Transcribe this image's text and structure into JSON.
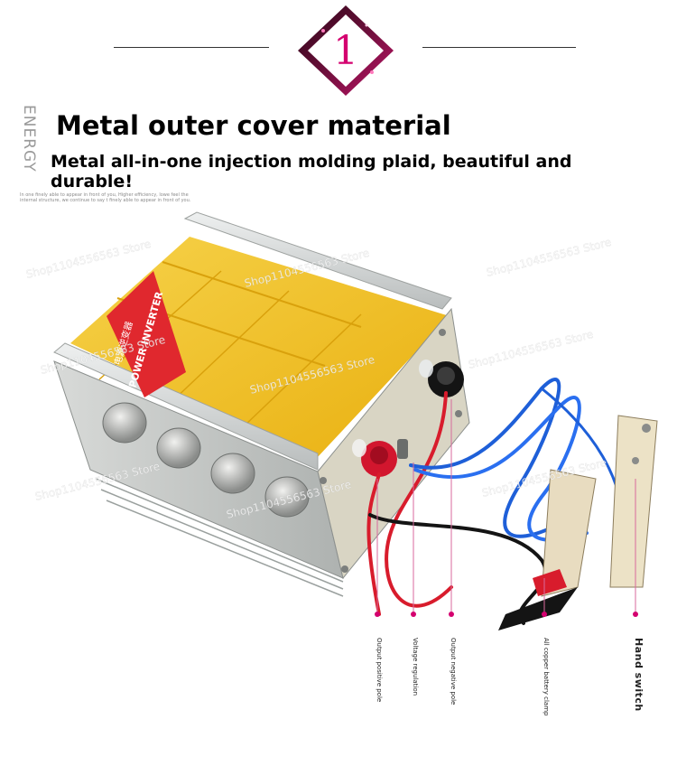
{
  "badge": {
    "number": "1"
  },
  "side_text": "ENERGY",
  "headline": "Metal outer cover material",
  "subheadline": "Metal all-in-one injection molding plaid, beautiful and durable!",
  "fine_print": "In one finely able to appear in front of you, Higher efficiency, lowe feel the internal structure, we continue to say t finely able to appear in front of you.",
  "product": {
    "label_text": "POWER INVERTER",
    "cjk_label": "电源逆变器",
    "watermark": "Shop1104556563 Store"
  },
  "callouts": [
    {
      "label": "Output positive pole"
    },
    {
      "label": "Voltage regulation"
    },
    {
      "label": "Output negative pole"
    },
    {
      "label": "All copper battery clamp"
    },
    {
      "label": "Hand switch"
    }
  ],
  "colors": {
    "accent": "#d4006f",
    "badge_dark": "#5a0a2e",
    "cover_yellow": "#f2c21c",
    "label_red": "#e0282e",
    "wire_blue": "#1e5fd8",
    "wire_red": "#d81c2c",
    "callout_line": "#d86a9c"
  }
}
